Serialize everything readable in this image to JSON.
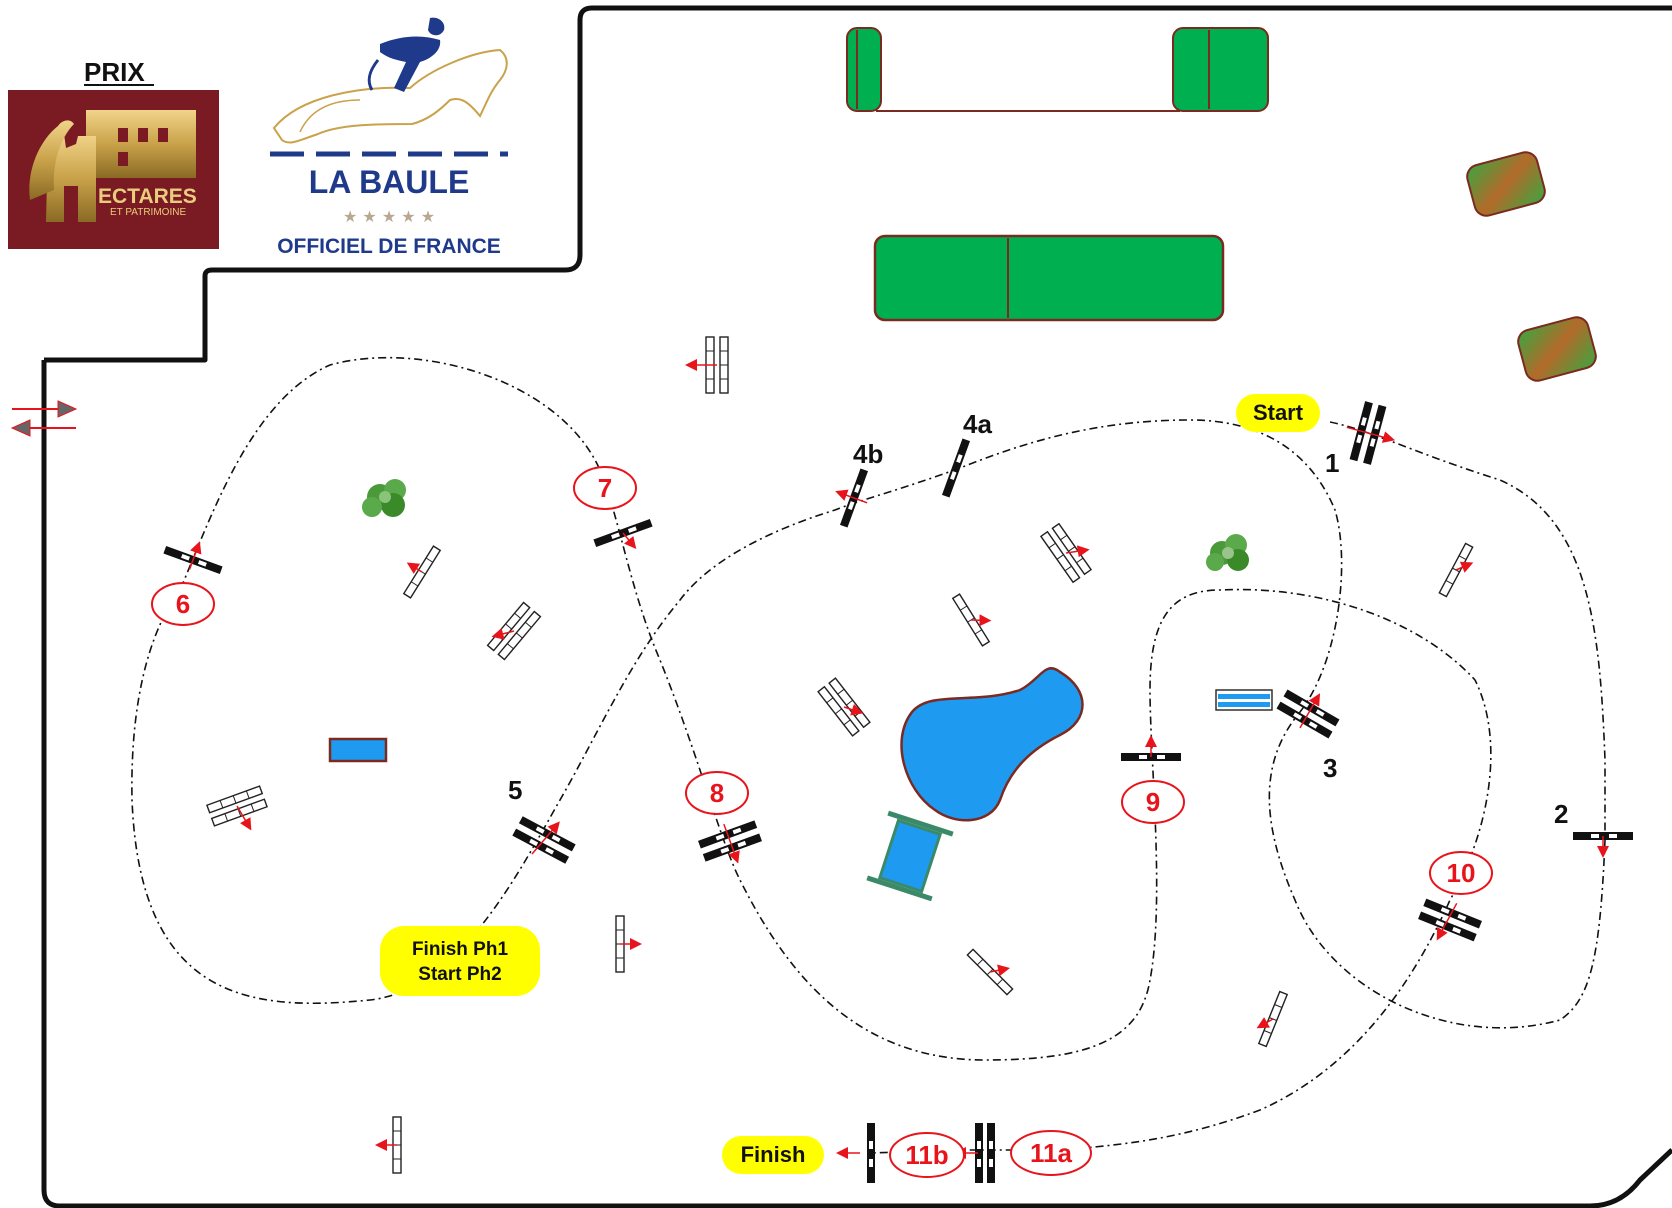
{
  "sponsor": {
    "prix_label": "PRIX",
    "name": "HECTARES",
    "name_tail": "ECTARES",
    "subtitle": "ET PATRIMOINE"
  },
  "event_logo": {
    "title": "LA BAULE",
    "stars": "★ ★ ★ ★ ★",
    "subtitle": "OFFICIEL DE FRANCE"
  },
  "markers": {
    "start": "Start",
    "finish": "Finish",
    "finish_ph1": "Finish Ph1",
    "start_ph2": "Start Ph2"
  },
  "phase1_obstacles": [
    "1",
    "2",
    "3",
    "4a",
    "4b",
    "5"
  ],
  "phase2_obstacles": [
    "6",
    "7",
    "8",
    "9",
    "10",
    "11a",
    "11b"
  ],
  "colors": {
    "route": "#111111",
    "phase2_number": "#e8141c",
    "water": "#1e9bf0",
    "hedge": "#00b050",
    "border": "#7a2a20",
    "label_bg": "#ffff00",
    "sponsor_bg": "#7a1a22",
    "gold": "#c9a24a",
    "navy": "#1f3a8a"
  }
}
